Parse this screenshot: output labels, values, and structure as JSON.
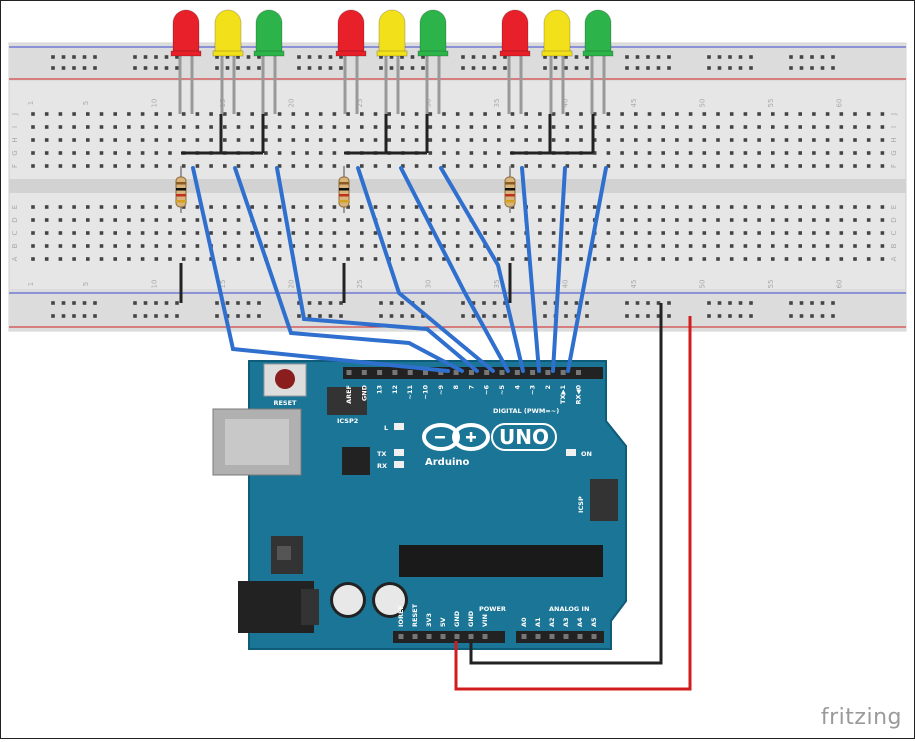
{
  "breadboard": {
    "top_numbers": [
      "1",
      "5",
      "10",
      "15",
      "20",
      "25",
      "30",
      "35",
      "40",
      "45",
      "50",
      "55",
      "60"
    ],
    "bottom_numbers": [
      "1",
      "5",
      "10",
      "15",
      "20",
      "25",
      "30",
      "35",
      "40",
      "45",
      "50",
      "55",
      "60"
    ],
    "row_letters_top": [
      "J",
      "I",
      "H",
      "G",
      "F"
    ],
    "row_letters_bottom": [
      "E",
      "D",
      "C",
      "B",
      "A"
    ]
  },
  "leds": {
    "colors": [
      "red",
      "yellow",
      "green"
    ],
    "palette": {
      "red": "#e8202a",
      "yellow": "#f2e01a",
      "green": "#2cb44a"
    }
  },
  "arduino": {
    "reset_label": "RESET",
    "icsp2_label": "ICSP2",
    "icsp_label": "ICSP",
    "l_label": "L",
    "tx_label": "TX",
    "rx_label": "RX",
    "on_label": "ON",
    "uno_label": "UNO",
    "arduino_label": "Arduino",
    "digital_label": "DIGITAL (PWM=~)",
    "power_label": "POWER",
    "analog_label": "ANALOG IN",
    "digital_pins": [
      "AREF",
      "GND",
      "13",
      "12",
      "~11",
      "~10",
      "~9",
      "8",
      "7",
      "~6",
      "~5",
      "4",
      "~3",
      "2",
      "TX▶1",
      "RX◀0"
    ],
    "power_pins": [
      "IOREF",
      "RESET",
      "3V3",
      "5V",
      "GND",
      "GND",
      "VIN"
    ],
    "analog_pins": [
      "A0",
      "A1",
      "A2",
      "A3",
      "A4",
      "A5"
    ],
    "board_color": "#1a7596"
  },
  "wires": {
    "signal_color": "#2f6fce",
    "gnd_color": "#222222",
    "vcc_color": "#d01c1c"
  },
  "footer": {
    "brand": "fritzing"
  }
}
